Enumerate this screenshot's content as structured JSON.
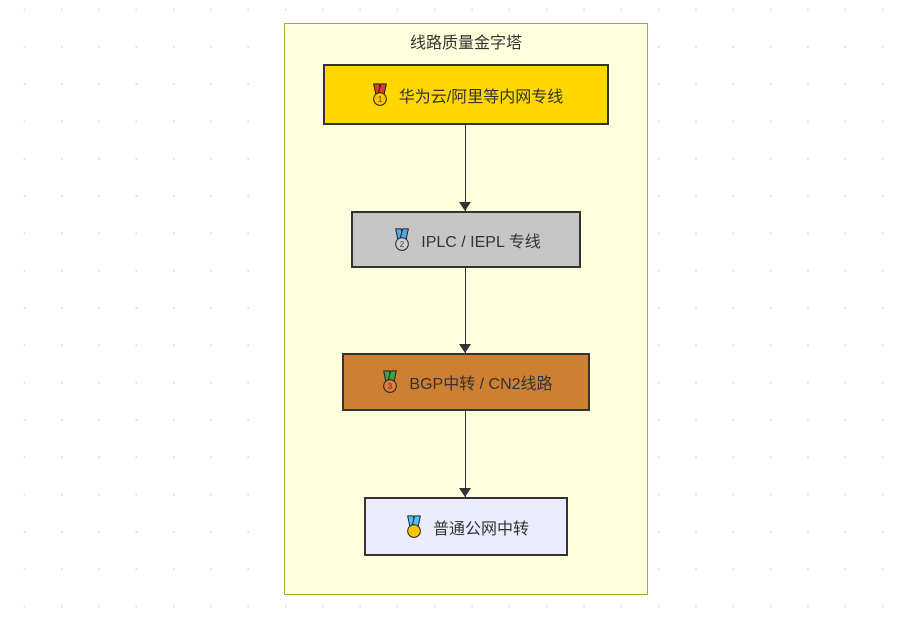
{
  "diagram": {
    "title": "线路质量金字塔",
    "container": {
      "fill": "#ffffde",
      "border_color": "#aaaa33"
    },
    "arrow_color": "#333333",
    "background_dot_color": "#e8e8e8",
    "nodes": [
      {
        "label": "华为云/阿里等内网专线",
        "icon": "first-place-medal-icon",
        "fill": "#FFD700",
        "border_color": "#333333",
        "text_color": "#333333",
        "medal": {
          "ribbon": "#D5402B",
          "disc": "#FFC400",
          "rank": "1"
        }
      },
      {
        "label": "IPLC / IEPL 专线",
        "icon": "second-place-medal-icon",
        "fill": "#C6C6C6",
        "border_color": "#333333",
        "text_color": "#333333",
        "medal": {
          "ribbon": "#4FA8E8",
          "disc": "#C9CFD6",
          "rank": "2"
        }
      },
      {
        "label": "BGP中转 / CN2线路",
        "icon": "third-place-medal-icon",
        "fill": "#CD7F32",
        "border_color": "#333333",
        "text_color": "#333333",
        "medal": {
          "ribbon": "#43A047",
          "disc": "#E07C3E",
          "rank": "3"
        }
      },
      {
        "label": "普通公网中转",
        "icon": "sports-medal-icon",
        "fill": "#ECECFF",
        "border_color": "#333333",
        "text_color": "#333333",
        "medal": {
          "ribbon": "#4FC3F7",
          "disc": "#FFC400",
          "rank": ""
        }
      }
    ],
    "edges": [
      {
        "from": "华为云/阿里等内网专线",
        "to": "IPLC / IEPL 专线"
      },
      {
        "from": "IPLC / IEPL 专线",
        "to": "BGP中转 / CN2线路"
      },
      {
        "from": "BGP中转 / CN2线路",
        "to": "普通公网中转"
      }
    ]
  }
}
